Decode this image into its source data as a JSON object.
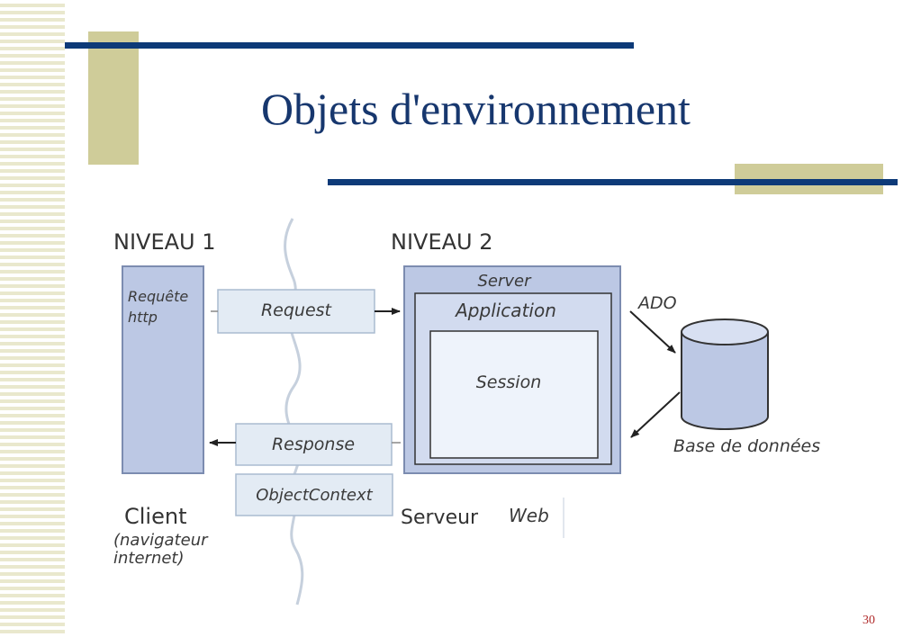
{
  "slide": {
    "title": "Objets d'environnement",
    "page_number": "30"
  },
  "diagram": {
    "tier1_label": "NIVEAU 1",
    "tier2_label": "NIVEAU 2",
    "client_box_label_line1": "Requête",
    "client_box_label_line2": "http",
    "request_label": "Request",
    "response_label": "Response",
    "objectcontext_label": "ObjectContext",
    "server_label": "Server",
    "application_label": "Application",
    "session_label": "Session",
    "ado_label": "ADO",
    "database_label": "Base de données",
    "client_label": "Client",
    "client_sublabel_line1": "(navigateur",
    "client_sublabel_line2": "internet)",
    "webserver_label_part1": "Serveur",
    "webserver_label_part2": "Web"
  },
  "colors": {
    "navy": "#0d3a78",
    "khaki": "#cfcc99",
    "box_fill": "#bcc8e4",
    "label_fill": "#e3ebf4"
  }
}
